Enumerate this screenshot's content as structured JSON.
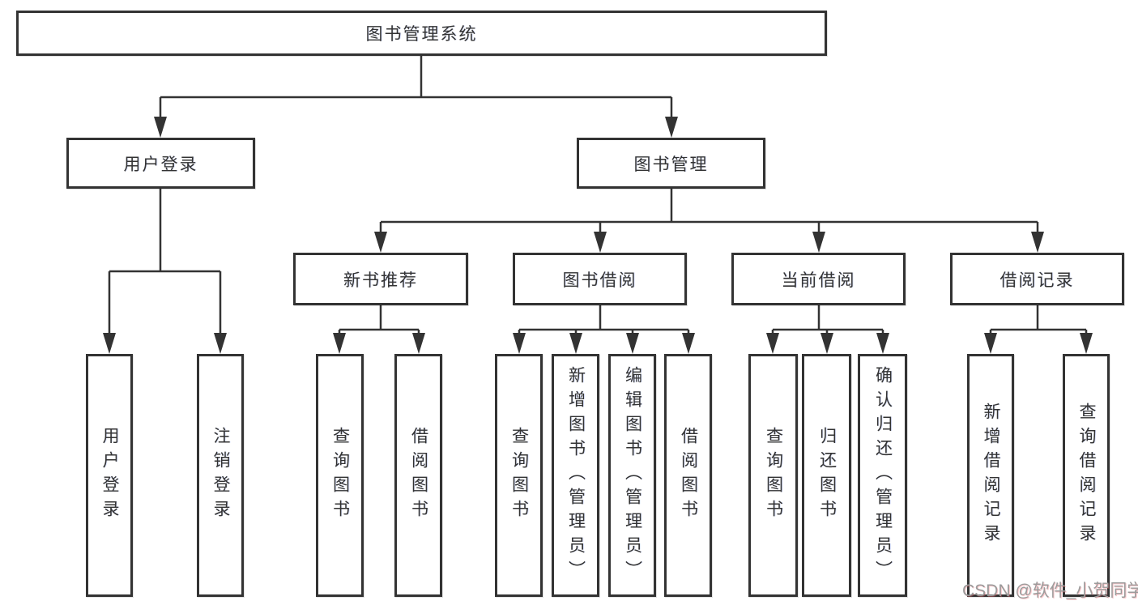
{
  "diagram": {
    "title": "图书管理系统",
    "colors": {
      "line": "#333333",
      "box_border": "#333333",
      "text": "#333333",
      "background": "#ffffff",
      "watermark": "#9b9b9b"
    },
    "nodes": {
      "root": "图书管理系统",
      "user_login_branch": "用户登录",
      "book_mgmt": "图书管理",
      "new_book_rec": "新书推荐",
      "book_borrow": "图书借阅",
      "current_borrow": "当前借阅",
      "borrow_record": "借阅记录",
      "leaf_user_login": "用户登录",
      "leaf_logout": "注销登录",
      "leaf_query_book_1": "查询图书",
      "leaf_borrow_book_1": "借阅图书",
      "leaf_query_book_2": "查询图书",
      "leaf_add_book": "新增图书（管理员）",
      "leaf_edit_book": "编辑图书（管理员）",
      "leaf_borrow_book_2": "借阅图书",
      "leaf_query_book_3": "查询图书",
      "leaf_return_book": "归还图书",
      "leaf_confirm_return": "确认归还（管理员）",
      "leaf_add_borrow_record": "新增借阅记录",
      "leaf_query_borrow_record": "查询借阅记录"
    },
    "edges": [
      [
        "root",
        "user_login_branch"
      ],
      [
        "root",
        "book_mgmt"
      ],
      [
        "user_login_branch",
        "leaf_user_login"
      ],
      [
        "user_login_branch",
        "leaf_logout"
      ],
      [
        "book_mgmt",
        "new_book_rec"
      ],
      [
        "book_mgmt",
        "book_borrow"
      ],
      [
        "book_mgmt",
        "current_borrow"
      ],
      [
        "book_mgmt",
        "borrow_record"
      ],
      [
        "new_book_rec",
        "leaf_query_book_1"
      ],
      [
        "new_book_rec",
        "leaf_borrow_book_1"
      ],
      [
        "book_borrow",
        "leaf_query_book_2"
      ],
      [
        "book_borrow",
        "leaf_add_book"
      ],
      [
        "book_borrow",
        "leaf_edit_book"
      ],
      [
        "book_borrow",
        "leaf_borrow_book_2"
      ],
      [
        "current_borrow",
        "leaf_query_book_3"
      ],
      [
        "current_borrow",
        "leaf_return_book"
      ],
      [
        "current_borrow",
        "leaf_confirm_return"
      ],
      [
        "borrow_record",
        "leaf_add_borrow_record"
      ],
      [
        "borrow_record",
        "leaf_query_borrow_record"
      ]
    ],
    "watermark": "CSDN @软件_小贺同学"
  }
}
